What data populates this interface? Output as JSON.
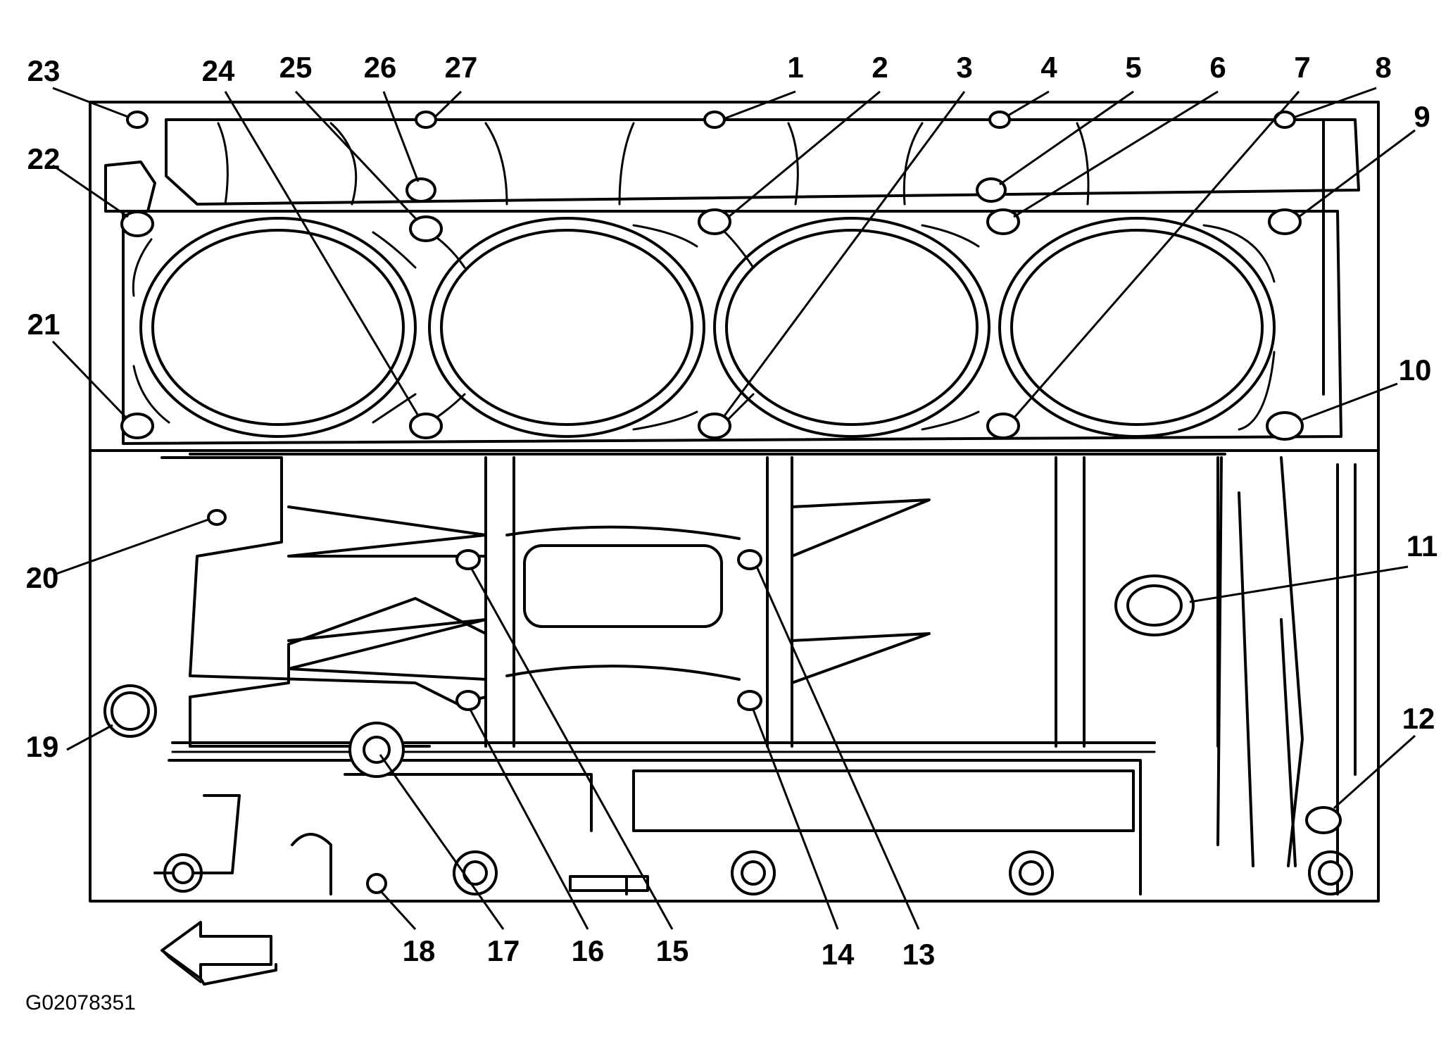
{
  "figure_id": "G02078351",
  "callouts": [
    {
      "label": "1"
    },
    {
      "label": "2"
    },
    {
      "label": "3"
    },
    {
      "label": "4"
    },
    {
      "label": "5"
    },
    {
      "label": "6"
    },
    {
      "label": "7"
    },
    {
      "label": "8"
    },
    {
      "label": "9"
    },
    {
      "label": "10"
    },
    {
      "label": "11"
    },
    {
      "label": "12"
    },
    {
      "label": "13"
    },
    {
      "label": "14"
    },
    {
      "label": "15"
    },
    {
      "label": "16"
    },
    {
      "label": "17"
    },
    {
      "label": "18"
    },
    {
      "label": "19"
    },
    {
      "label": "20"
    },
    {
      "label": "21"
    },
    {
      "label": "22"
    },
    {
      "label": "23"
    },
    {
      "label": "24"
    },
    {
      "label": "25"
    },
    {
      "label": "26"
    },
    {
      "label": "27"
    }
  ],
  "icons": {
    "direction_arrow": "left-arrow-icon"
  }
}
